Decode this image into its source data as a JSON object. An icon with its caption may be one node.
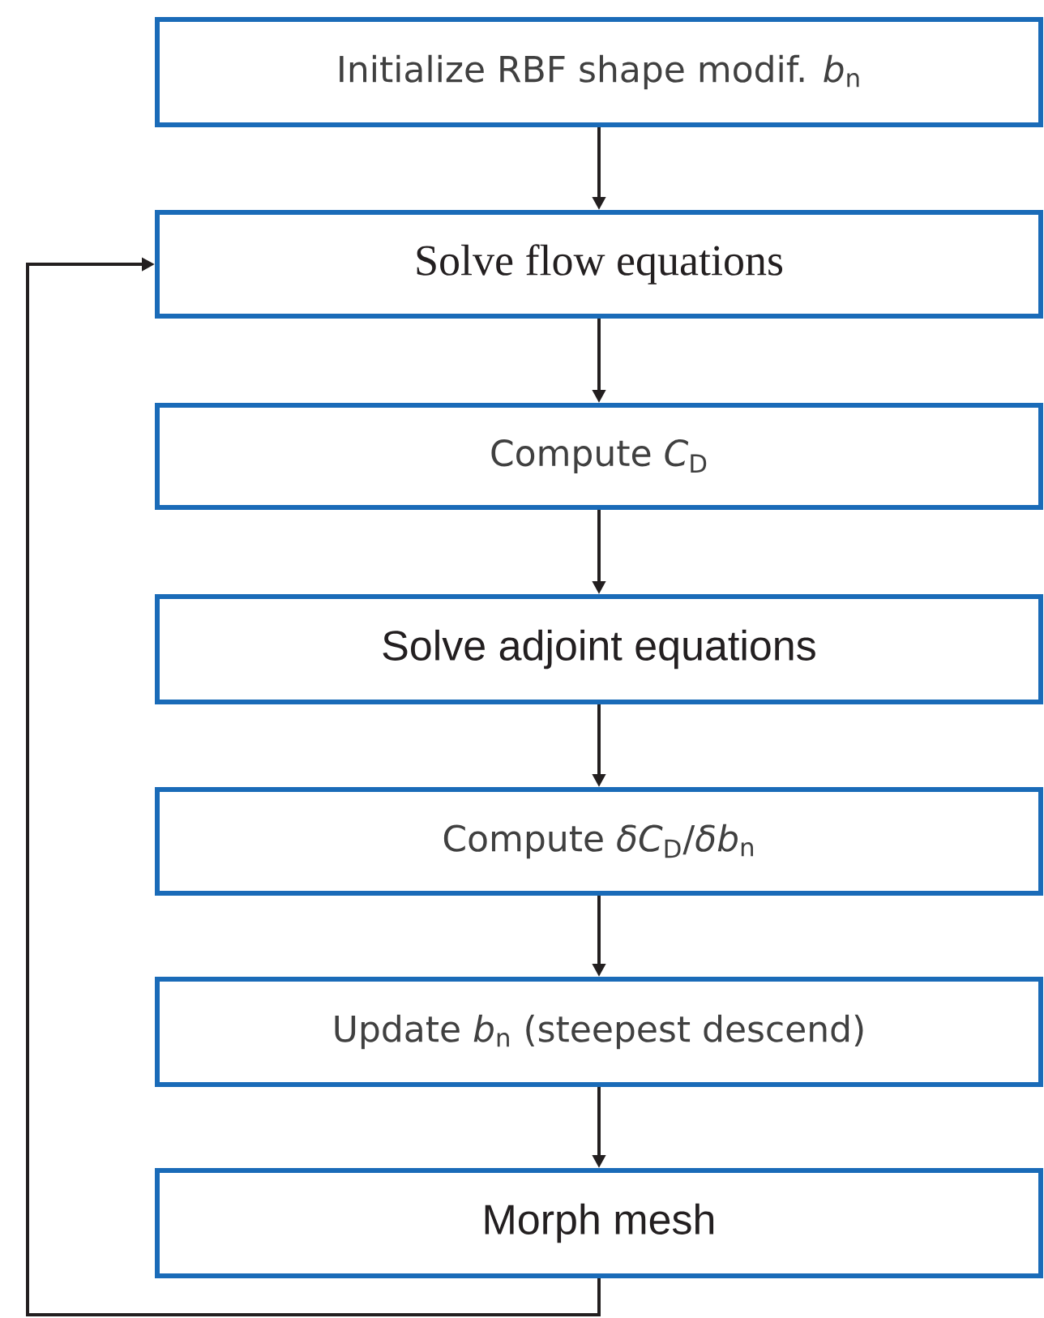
{
  "diagram": {
    "nodes": [
      {
        "text": [
          "Initialize RBF shape modif. *b*$_{n}$"
        ]
      },
      {
        "text": [
          "Solve flow equations"
        ]
      },
      {
        "text": [
          "Compute *C*$_{D}$"
        ]
      },
      {
        "text": [
          "Solve adjoint equations"
        ]
      },
      {
        "text": [
          "Compute *δC*$_{D}$/*δb*$_{n}$"
        ]
      },
      {
        "text": [
          "Update *b*$_{n}$ (steepest descend)"
        ]
      },
      {
        "text": [
          "Morph mesh"
        ]
      }
    ],
    "edges": [
      {
        "from": 0,
        "to": 1,
        "arrow": "to"
      },
      {
        "from": 1,
        "to": 2,
        "arrow": "to"
      },
      {
        "from": 2,
        "to": 3,
        "arrow": "to"
      },
      {
        "from": 3,
        "to": 4,
        "arrow": "to"
      },
      {
        "from": 4,
        "to": 5,
        "arrow": "to"
      },
      {
        "from": 5,
        "to": 6,
        "arrow": "to"
      },
      {
        "from": 6,
        "to": 1,
        "arrow": "to"
      }
    ]
  }
}
